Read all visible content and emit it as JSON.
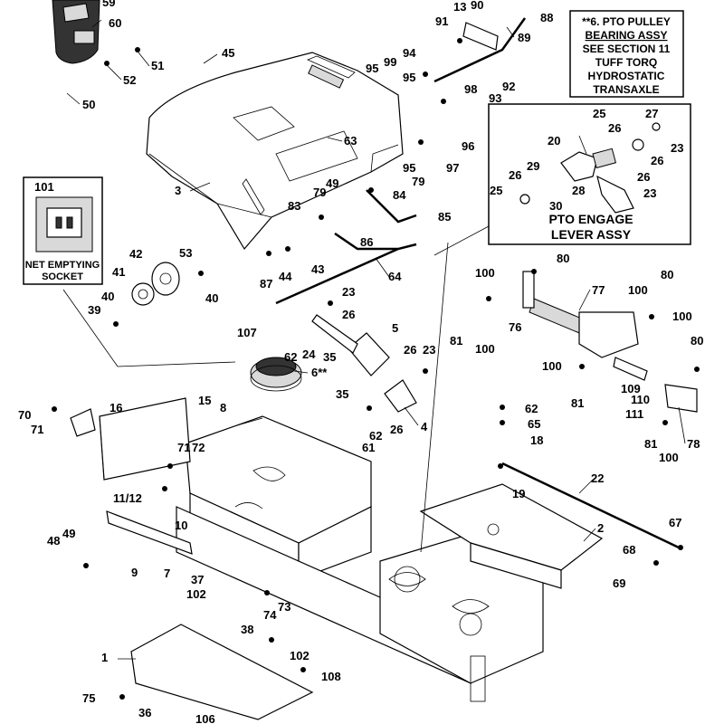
{
  "note": {
    "lines": [
      "**6. PTO PULLEY",
      "BEARING ASSY",
      "SEE SECTION 11",
      "TUFF TORQ",
      "HYDROSTATIC",
      "TRANSAXLE"
    ]
  },
  "pto_box": {
    "title_line1": "PTO ENGAGE",
    "title_line2": "LEVER ASSY"
  },
  "socket_box": {
    "title_line1": "NET EMPTYING",
    "title_line2": "SOCKET"
  },
  "labels": [
    {
      "id": "59",
      "text": "59"
    },
    {
      "id": "60",
      "text": "60"
    },
    {
      "id": "45",
      "text": "45"
    },
    {
      "id": "51",
      "text": "51"
    },
    {
      "id": "52",
      "text": "52"
    },
    {
      "id": "50",
      "text": "50"
    },
    {
      "id": "91",
      "text": "91"
    },
    {
      "id": "13",
      "text": "13"
    },
    {
      "id": "90",
      "text": "90"
    },
    {
      "id": "88",
      "text": "88"
    },
    {
      "id": "89",
      "text": "89"
    },
    {
      "id": "94",
      "text": "94"
    },
    {
      "id": "95a",
      "text": "95"
    },
    {
      "id": "99",
      "text": "99"
    },
    {
      "id": "95b",
      "text": "95"
    },
    {
      "id": "92",
      "text": "92"
    },
    {
      "id": "98",
      "text": "98"
    },
    {
      "id": "93",
      "text": "93"
    },
    {
      "id": "63",
      "text": "63"
    },
    {
      "id": "96",
      "text": "96"
    },
    {
      "id": "95c",
      "text": "95"
    },
    {
      "id": "97",
      "text": "97"
    },
    {
      "id": "3",
      "text": "3"
    },
    {
      "id": "79a",
      "text": "79"
    },
    {
      "id": "49a",
      "text": "49"
    },
    {
      "id": "79b",
      "text": "79"
    },
    {
      "id": "84",
      "text": "84"
    },
    {
      "id": "83",
      "text": "83"
    },
    {
      "id": "85",
      "text": "85"
    },
    {
      "id": "101",
      "text": "101"
    },
    {
      "id": "86",
      "text": "86"
    },
    {
      "id": "42",
      "text": "42"
    },
    {
      "id": "53",
      "text": "53"
    },
    {
      "id": "41",
      "text": "41"
    },
    {
      "id": "87",
      "text": "87"
    },
    {
      "id": "44",
      "text": "44"
    },
    {
      "id": "43",
      "text": "43"
    },
    {
      "id": "64",
      "text": "64"
    },
    {
      "id": "40a",
      "text": "40"
    },
    {
      "id": "40b",
      "text": "40"
    },
    {
      "id": "39",
      "text": "39"
    },
    {
      "id": "23a",
      "text": "23"
    },
    {
      "id": "26a",
      "text": "26"
    },
    {
      "id": "5",
      "text": "5"
    },
    {
      "id": "107",
      "text": "107"
    },
    {
      "id": "62a",
      "text": "62"
    },
    {
      "id": "24",
      "text": "24"
    },
    {
      "id": "35a",
      "text": "35"
    },
    {
      "id": "6",
      "text": "6**"
    },
    {
      "id": "26b",
      "text": "26"
    },
    {
      "id": "23b",
      "text": "23"
    },
    {
      "id": "35b",
      "text": "35"
    },
    {
      "id": "62b",
      "text": "62"
    },
    {
      "id": "26c",
      "text": "26"
    },
    {
      "id": "4",
      "text": "4"
    },
    {
      "id": "100a",
      "text": "100"
    },
    {
      "id": "80a",
      "text": "80"
    },
    {
      "id": "77",
      "text": "77"
    },
    {
      "id": "100b",
      "text": "100"
    },
    {
      "id": "80b",
      "text": "80"
    },
    {
      "id": "81a",
      "text": "81"
    },
    {
      "id": "76",
      "text": "76"
    },
    {
      "id": "100c",
      "text": "100"
    },
    {
      "id": "100d",
      "text": "100"
    },
    {
      "id": "80c",
      "text": "80"
    },
    {
      "id": "100e",
      "text": "100"
    },
    {
      "id": "109",
      "text": "109"
    },
    {
      "id": "110",
      "text": "110"
    },
    {
      "id": "81b",
      "text": "81"
    },
    {
      "id": "111",
      "text": "111"
    },
    {
      "id": "78",
      "text": "78"
    },
    {
      "id": "81c",
      "text": "81"
    },
    {
      "id": "100f",
      "text": "100"
    },
    {
      "id": "25a",
      "text": "25"
    },
    {
      "id": "26d",
      "text": "26"
    },
    {
      "id": "27",
      "text": "27"
    },
    {
      "id": "20",
      "text": "20"
    },
    {
      "id": "23c",
      "text": "23"
    },
    {
      "id": "26e",
      "text": "26"
    },
    {
      "id": "29",
      "text": "29"
    },
    {
      "id": "26f",
      "text": "26"
    },
    {
      "id": "26g",
      "text": "26"
    },
    {
      "id": "25b",
      "text": "25"
    },
    {
      "id": "28",
      "text": "28"
    },
    {
      "id": "30",
      "text": "30"
    },
    {
      "id": "23d",
      "text": "23"
    },
    {
      "id": "70",
      "text": "70"
    },
    {
      "id": "71a",
      "text": "71"
    },
    {
      "id": "16",
      "text": "16"
    },
    {
      "id": "15",
      "text": "15"
    },
    {
      "id": "8",
      "text": "8"
    },
    {
      "id": "61",
      "text": "61"
    },
    {
      "id": "71b",
      "text": "71"
    },
    {
      "id": "72",
      "text": "72"
    },
    {
      "id": "62c",
      "text": "62"
    },
    {
      "id": "65",
      "text": "65"
    },
    {
      "id": "18",
      "text": "18"
    },
    {
      "id": "19",
      "text": "19"
    },
    {
      "id": "22",
      "text": "22"
    },
    {
      "id": "1112",
      "text": "11/12"
    },
    {
      "id": "10",
      "text": "10"
    },
    {
      "id": "2",
      "text": "2"
    },
    {
      "id": "67",
      "text": "67"
    },
    {
      "id": "68",
      "text": "68"
    },
    {
      "id": "69",
      "text": "69"
    },
    {
      "id": "48",
      "text": "48"
    },
    {
      "id": "49b",
      "text": "49"
    },
    {
      "id": "9",
      "text": "9"
    },
    {
      "id": "7",
      "text": "7"
    },
    {
      "id": "37",
      "text": "37"
    },
    {
      "id": "102a",
      "text": "102"
    },
    {
      "id": "73",
      "text": "73"
    },
    {
      "id": "74",
      "text": "74"
    },
    {
      "id": "38",
      "text": "38"
    },
    {
      "id": "102b",
      "text": "102"
    },
    {
      "id": "1",
      "text": "1"
    },
    {
      "id": "108",
      "text": "108"
    },
    {
      "id": "75",
      "text": "75"
    },
    {
      "id": "36",
      "text": "36"
    },
    {
      "id": "106",
      "text": "106"
    }
  ]
}
